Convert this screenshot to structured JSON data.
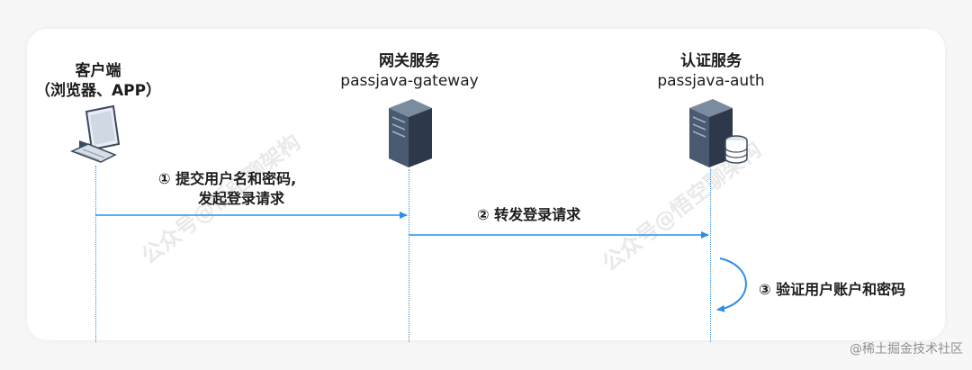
{
  "nodes": [
    {
      "id": "client",
      "title": "客户端",
      "subtitle": "（浏览器、APP）"
    },
    {
      "id": "gateway",
      "title": "网关服务",
      "subtitle": "passjava-gateway"
    },
    {
      "id": "auth",
      "title": "认证服务",
      "subtitle": "passjava-auth"
    }
  ],
  "messages": [
    {
      "step": "①",
      "line1": "提交用户名和密码,",
      "line2": "发起登录请求"
    },
    {
      "step": "②",
      "line1": "转发登录请求"
    },
    {
      "step": "③",
      "line1": "验证用户账户和密码"
    }
  ],
  "watermarks": [
    "公众号@悟空聊架构",
    "公众号@悟空聊架构"
  ],
  "credit": "@稀土掘金技术社区",
  "colors": {
    "accent": "#2b8fe6",
    "card": "#ffffff",
    "background": "#f7f7f7"
  }
}
